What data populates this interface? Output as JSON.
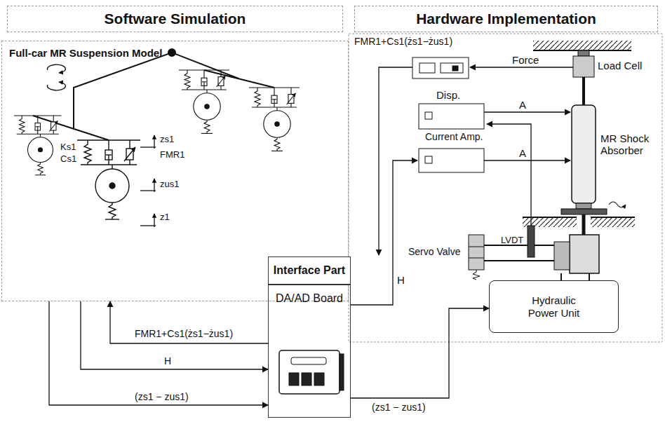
{
  "diagram": {
    "nodes": [
      {
        "text": [
          "Software Simulation"
        ]
      },
      {
        "text": [
          "Full-car MR Suspension Model"
        ],
        "in": 0
      },
      {
        "text": [
          "Hardware Implementation"
        ]
      },
      {
        "text": [
          "Hydraulic Power Unit"
        ],
        "in": 2
      },
      {
        "text": [
          "Interface Part"
        ]
      },
      {
        "text": [
          "DA/AD Board"
        ]
      }
    ],
    "edges": [
      {
        "from": 1,
        "to": 5,
        "arrow": "to",
        "label": "H"
      },
      {
        "from": 1,
        "to": 5,
        "arrow": "to",
        "label": "(zs1 − zus1)"
      },
      {
        "from": 5,
        "to": 1,
        "arrow": "to",
        "label": "FMR1+Cs1(żs1−żus1)"
      },
      {
        "from": 5,
        "to": 3,
        "arrow": "to",
        "label": "(zs1 − zus1)"
      }
    ],
    "labels": [
      "zs1",
      "Ks1",
      "Cs1",
      "FMR1",
      "zus1",
      "z1",
      "FMR1+Cs1(żs1−żus1)",
      "Force",
      "Load Cell",
      "Disp.",
      "Current Amp.",
      "A",
      "A",
      "MR Shock Absorber",
      "LVDT",
      "Servo Valve",
      "H"
    ]
  }
}
